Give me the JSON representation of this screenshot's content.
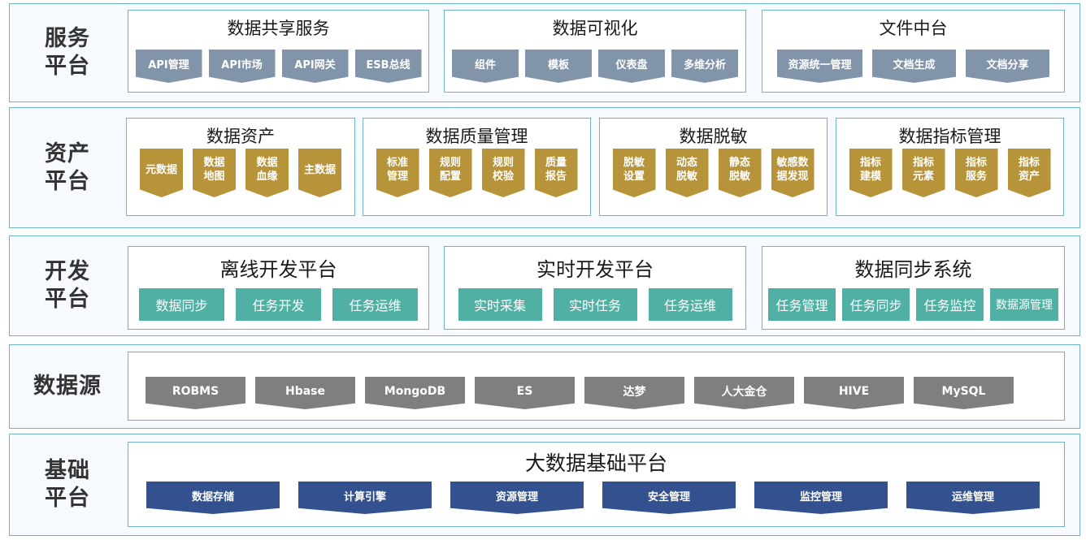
{
  "service": {
    "label": "服务\n平台",
    "panels": [
      {
        "title": "数据共享服务",
        "items": [
          "API管理",
          "API市场",
          "API网关",
          "ESB总线"
        ]
      },
      {
        "title": "数据可视化",
        "items": [
          "组件",
          "模板",
          "仪表盘",
          "多维分析"
        ]
      },
      {
        "title": "文件中台",
        "items": [
          "资源统一管理",
          "文档生成",
          "文档分享"
        ]
      }
    ]
  },
  "asset": {
    "label": "资产\n平台",
    "panels": [
      {
        "title": "数据资产",
        "items": [
          "元数据",
          "数据\n地图",
          "数据\n血缘",
          "主数据"
        ]
      },
      {
        "title": "数据质量管理",
        "items": [
          "标准\n管理",
          "规则\n配置",
          "规则\n校验",
          "质量\n报告"
        ]
      },
      {
        "title": "数据脱敏",
        "items": [
          "脱敏\n设置",
          "动态\n脱敏",
          "静态\n脱敏",
          "敏感数\n据发现"
        ]
      },
      {
        "title": "数据指标管理",
        "items": [
          "指标\n建模",
          "指标\n元素",
          "指标\n服务",
          "指标\n资产"
        ]
      }
    ]
  },
  "dev": {
    "label": "开发\n平台",
    "panels": [
      {
        "title": "离线开发平台",
        "items": [
          "数据同步",
          "任务开发",
          "任务运维"
        ]
      },
      {
        "title": "实时开发平台",
        "items": [
          "实时采集",
          "实时任务",
          "任务运维"
        ]
      },
      {
        "title": "数据同步系统",
        "items": [
          "任务管理",
          "任务同步",
          "任务监控",
          "数据源管理"
        ]
      }
    ]
  },
  "source": {
    "label": "数据源",
    "items": [
      "ROBMS",
      "Hbase",
      "MongoDB",
      "ES",
      "达梦",
      "人大金仓",
      "HIVE",
      "MySQL"
    ]
  },
  "base": {
    "label": "基础\n平台",
    "title": "大数据基础平台",
    "items": [
      "数据存储",
      "计算引擎",
      "资源管理",
      "安全管理",
      "监控管理",
      "运维管理"
    ]
  }
}
